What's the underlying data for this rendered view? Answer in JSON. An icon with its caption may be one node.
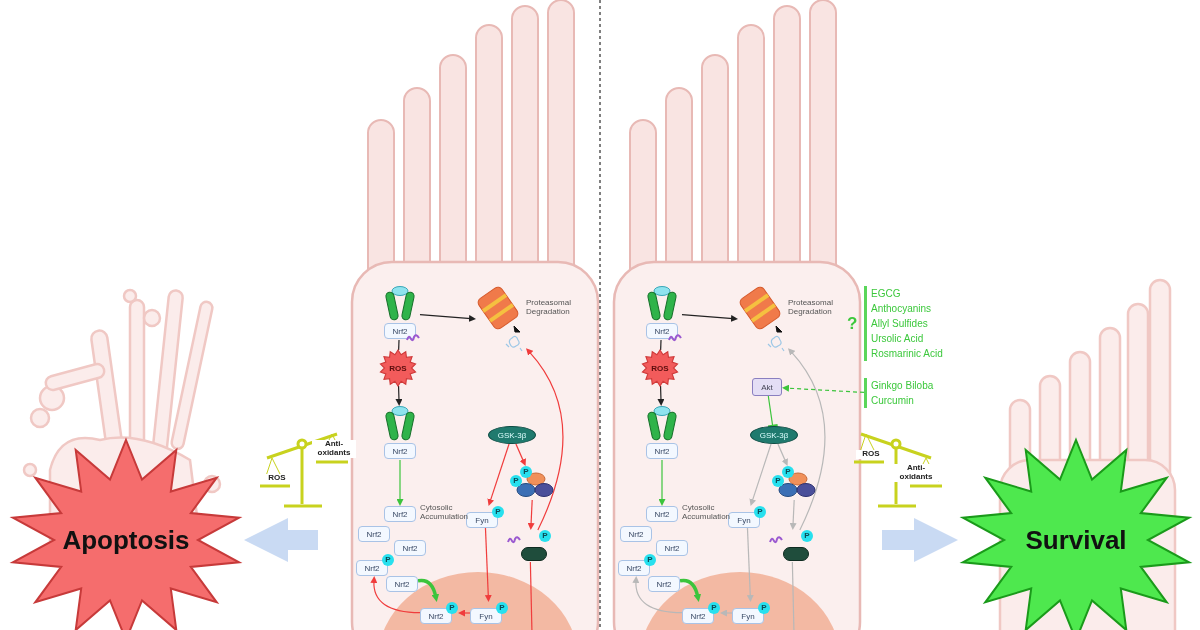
{
  "diagram": {
    "nodes": [
      {
        "text": [
          "Nrf2"
        ]
      },
      {
        "text": [],
        "shape": "picture",
        "beside": [
          "Proteasomal Degradation"
        ]
      },
      {
        "text": [
          "ROS"
        ]
      },
      {
        "text": [
          "Nrf2"
        ]
      },
      {
        "text": [
          "Nrf2"
        ],
        "beside": [
          "Cytosolic Accumulation"
        ]
      },
      {
        "text": [
          "Nrf2"
        ]
      },
      {
        "text": [
          "Nrf2"
        ]
      },
      {
        "text": [
          "Nrf2",
          "P"
        ]
      },
      {
        "text": [
          "Nrf2"
        ]
      },
      {
        "text": [
          "GSK-3β"
        ]
      },
      {
        "text": [
          "Fyn",
          "P"
        ]
      },
      {
        "text": [
          "P",
          "P"
        ]
      },
      {
        "text": [
          "P"
        ]
      },
      {
        "text": [
          "Nrf2",
          "P"
        ]
      },
      {
        "text": [
          "Fyn",
          "P"
        ]
      },
      {
        "text": [
          "Nrf2"
        ]
      },
      {
        "text": [],
        "shape": "picture",
        "beside": [
          "Proteasomal Degradation"
        ]
      },
      {
        "text": [
          "ROS"
        ]
      },
      {
        "text": [
          "Nrf2"
        ]
      },
      {
        "text": [
          "Nrf2"
        ],
        "beside": [
          "Cytosolic Accumulation"
        ]
      },
      {
        "text": [
          "Nrf2"
        ]
      },
      {
        "text": [
          "Nrf2"
        ]
      },
      {
        "text": [
          "Nrf2",
          "P"
        ]
      },
      {
        "text": [
          "Nrf2"
        ]
      },
      {
        "text": [
          "GSK-3β"
        ]
      },
      {
        "text": [
          "Fyn",
          "P"
        ]
      },
      {
        "text": [
          "P",
          "P"
        ]
      },
      {
        "text": [
          "P"
        ]
      },
      {
        "text": [
          "Nrf2",
          "P"
        ]
      },
      {
        "text": [
          "Fyn",
          "P"
        ]
      },
      {
        "text": [
          "Akt"
        ]
      },
      {
        "text": [
          "Apoptosis"
        ]
      },
      {
        "text": [
          "Survival"
        ]
      },
      {
        "text": [
          "EGCG",
          "Anthocyanins",
          "Allyl Sulfides",
          "Ursolic Acid",
          "Rosmarinic Acid"
        ],
        "beside": [
          "?"
        ]
      },
      {
        "text": [
          "Ginkgo Biloba",
          "Curcumin"
        ]
      }
    ],
    "edges": [
      {
        "from": 0,
        "to": 1,
        "arrow": "to",
        "color": "#222222"
      },
      {
        "from": 0,
        "to": 2,
        "arrow": "none",
        "color": "#222222"
      },
      {
        "from": 2,
        "to": 3,
        "arrow": "to",
        "color": "#222222"
      },
      {
        "from": 3,
        "to": 4,
        "arrow": "to",
        "color": "#3cc43c"
      },
      {
        "from": 8,
        "to": 13,
        "arrow": "to",
        "style": "thick",
        "color": "#3cc43c"
      },
      {
        "from": 9,
        "to": 10,
        "arrow": "to",
        "color": "#f03c3c"
      },
      {
        "from": 9,
        "to": 11,
        "arrow": "to",
        "color": "#f03c3c"
      },
      {
        "from": 11,
        "to": 12,
        "arrow": "to",
        "color": "#f03c3c"
      },
      {
        "from": 10,
        "to": 14,
        "arrow": "to",
        "color": "#f03c3c"
      },
      {
        "from": 14,
        "to": 13,
        "arrow": "to",
        "color": "#f03c3c"
      },
      {
        "from": 13,
        "to": 7,
        "arrow": "to",
        "color": "#f03c3c"
      },
      {
        "from": 12,
        "to": 1,
        "arrow": "to",
        "color": "#f03c3c"
      },
      {
        "from": null,
        "to": 12,
        "arrow": "none",
        "color": "#f03c3c"
      },
      {
        "from": 15,
        "to": 16,
        "arrow": "to",
        "color": "#222222"
      },
      {
        "from": 15,
        "to": 17,
        "arrow": "none",
        "color": "#222222"
      },
      {
        "from": 17,
        "to": 18,
        "arrow": "to",
        "color": "#222222"
      },
      {
        "from": 18,
        "to": 19,
        "arrow": "to",
        "color": "#3cc43c"
      },
      {
        "from": 23,
        "to": 28,
        "arrow": "to",
        "style": "thick",
        "color": "#3cc43c"
      },
      {
        "from": 24,
        "to": 25,
        "arrow": "to",
        "color": "#b8b8b8"
      },
      {
        "from": 24,
        "to": 26,
        "arrow": "to",
        "color": "#b8b8b8"
      },
      {
        "from": 26,
        "to": 27,
        "arrow": "to",
        "color": "#b8b8b8"
      },
      {
        "from": 25,
        "to": 29,
        "arrow": "to",
        "color": "#b8b8b8"
      },
      {
        "from": 29,
        "to": 28,
        "arrow": "to",
        "color": "#b8b8b8"
      },
      {
        "from": 28,
        "to": 22,
        "arrow": "to",
        "color": "#b8b8b8"
      },
      {
        "from": 27,
        "to": 16,
        "arrow": "to",
        "color": "#b8b8b8"
      },
      {
        "from": null,
        "to": 27,
        "arrow": "none",
        "color": "#b8b8b8"
      },
      {
        "from": 30,
        "to": 24,
        "arrow": "other",
        "color": "#3cc43c"
      },
      {
        "from": 34,
        "to": 30,
        "arrow": "to",
        "style": "dashed",
        "color": "#3cc43c"
      },
      {
        "from": null,
        "to": 31,
        "arrow": "to",
        "style": "thick",
        "color": "#c9daf3"
      },
      {
        "from": null,
        "to": 32,
        "arrow": "to",
        "style": "thick",
        "color": "#c9daf3"
      }
    ],
    "labels": [
      "ROS",
      "Anti-oxidants",
      "ROS",
      "Anti-oxidants"
    ]
  }
}
